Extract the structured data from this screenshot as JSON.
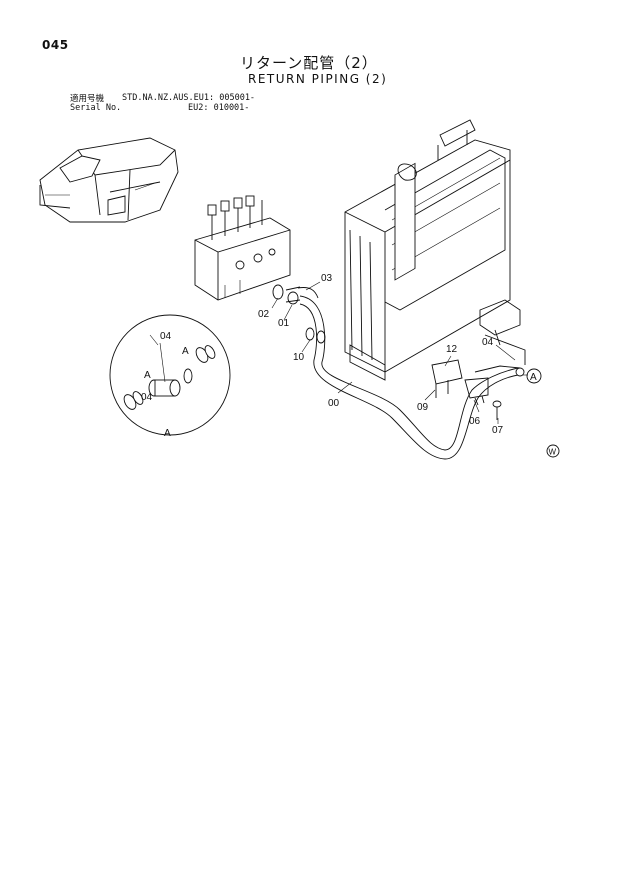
{
  "header": {
    "page_number": "045",
    "title_jp": "リターン配管（2）",
    "title_en": "RETURN PIPING (2)"
  },
  "applicability": {
    "label_jp": "適用号機",
    "label_en": "Serial No.",
    "line1_value": "STD.NA.NZ.AUS.EU1: 005001-",
    "line2_value": "EU2: 010001-"
  },
  "diagram": {
    "callouts": [
      "00",
      "01",
      "02",
      "03",
      "04",
      "04",
      "04",
      "06",
      "07",
      "09",
      "10",
      "12"
    ],
    "detail_marker": "A",
    "detail_inner_markers": [
      "A",
      "A"
    ],
    "detail_circle_label": "A",
    "corner_mark": "W"
  }
}
